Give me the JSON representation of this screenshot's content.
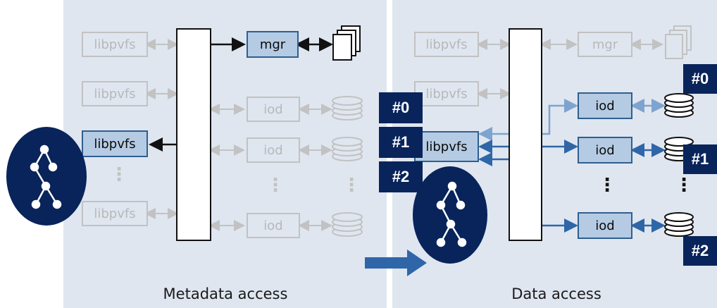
{
  "left": {
    "libpvfs_rows": [
      "libpvfs",
      "libpvfs",
      "libpvfs",
      "libpvfs"
    ],
    "mgr": "mgr",
    "iod_rows": [
      "iod",
      "iod",
      "iod"
    ],
    "caption": "Metadata access"
  },
  "right": {
    "libpvfs_rows": [
      "libpvfs",
      "libpvfs",
      "libpvfs"
    ],
    "mgr": "mgr",
    "iod_rows": [
      "iod",
      "iod",
      "iod"
    ],
    "caption": "Data access",
    "disk_tags": [
      "#0",
      "#1",
      "#2"
    ]
  },
  "request_tags": [
    "#0",
    "#1",
    "#2"
  ],
  "colors": {
    "panel_bg": "#dfe6f0",
    "highlight_box": "#b5cbe3",
    "dark_navy": "#08245a",
    "flow_arrow": "#2f66a8",
    "faded": "#c2c2c2"
  },
  "icons": [
    "tree-icon",
    "tree-icon",
    "document-stack-icon",
    "disk-stack-icon"
  ]
}
